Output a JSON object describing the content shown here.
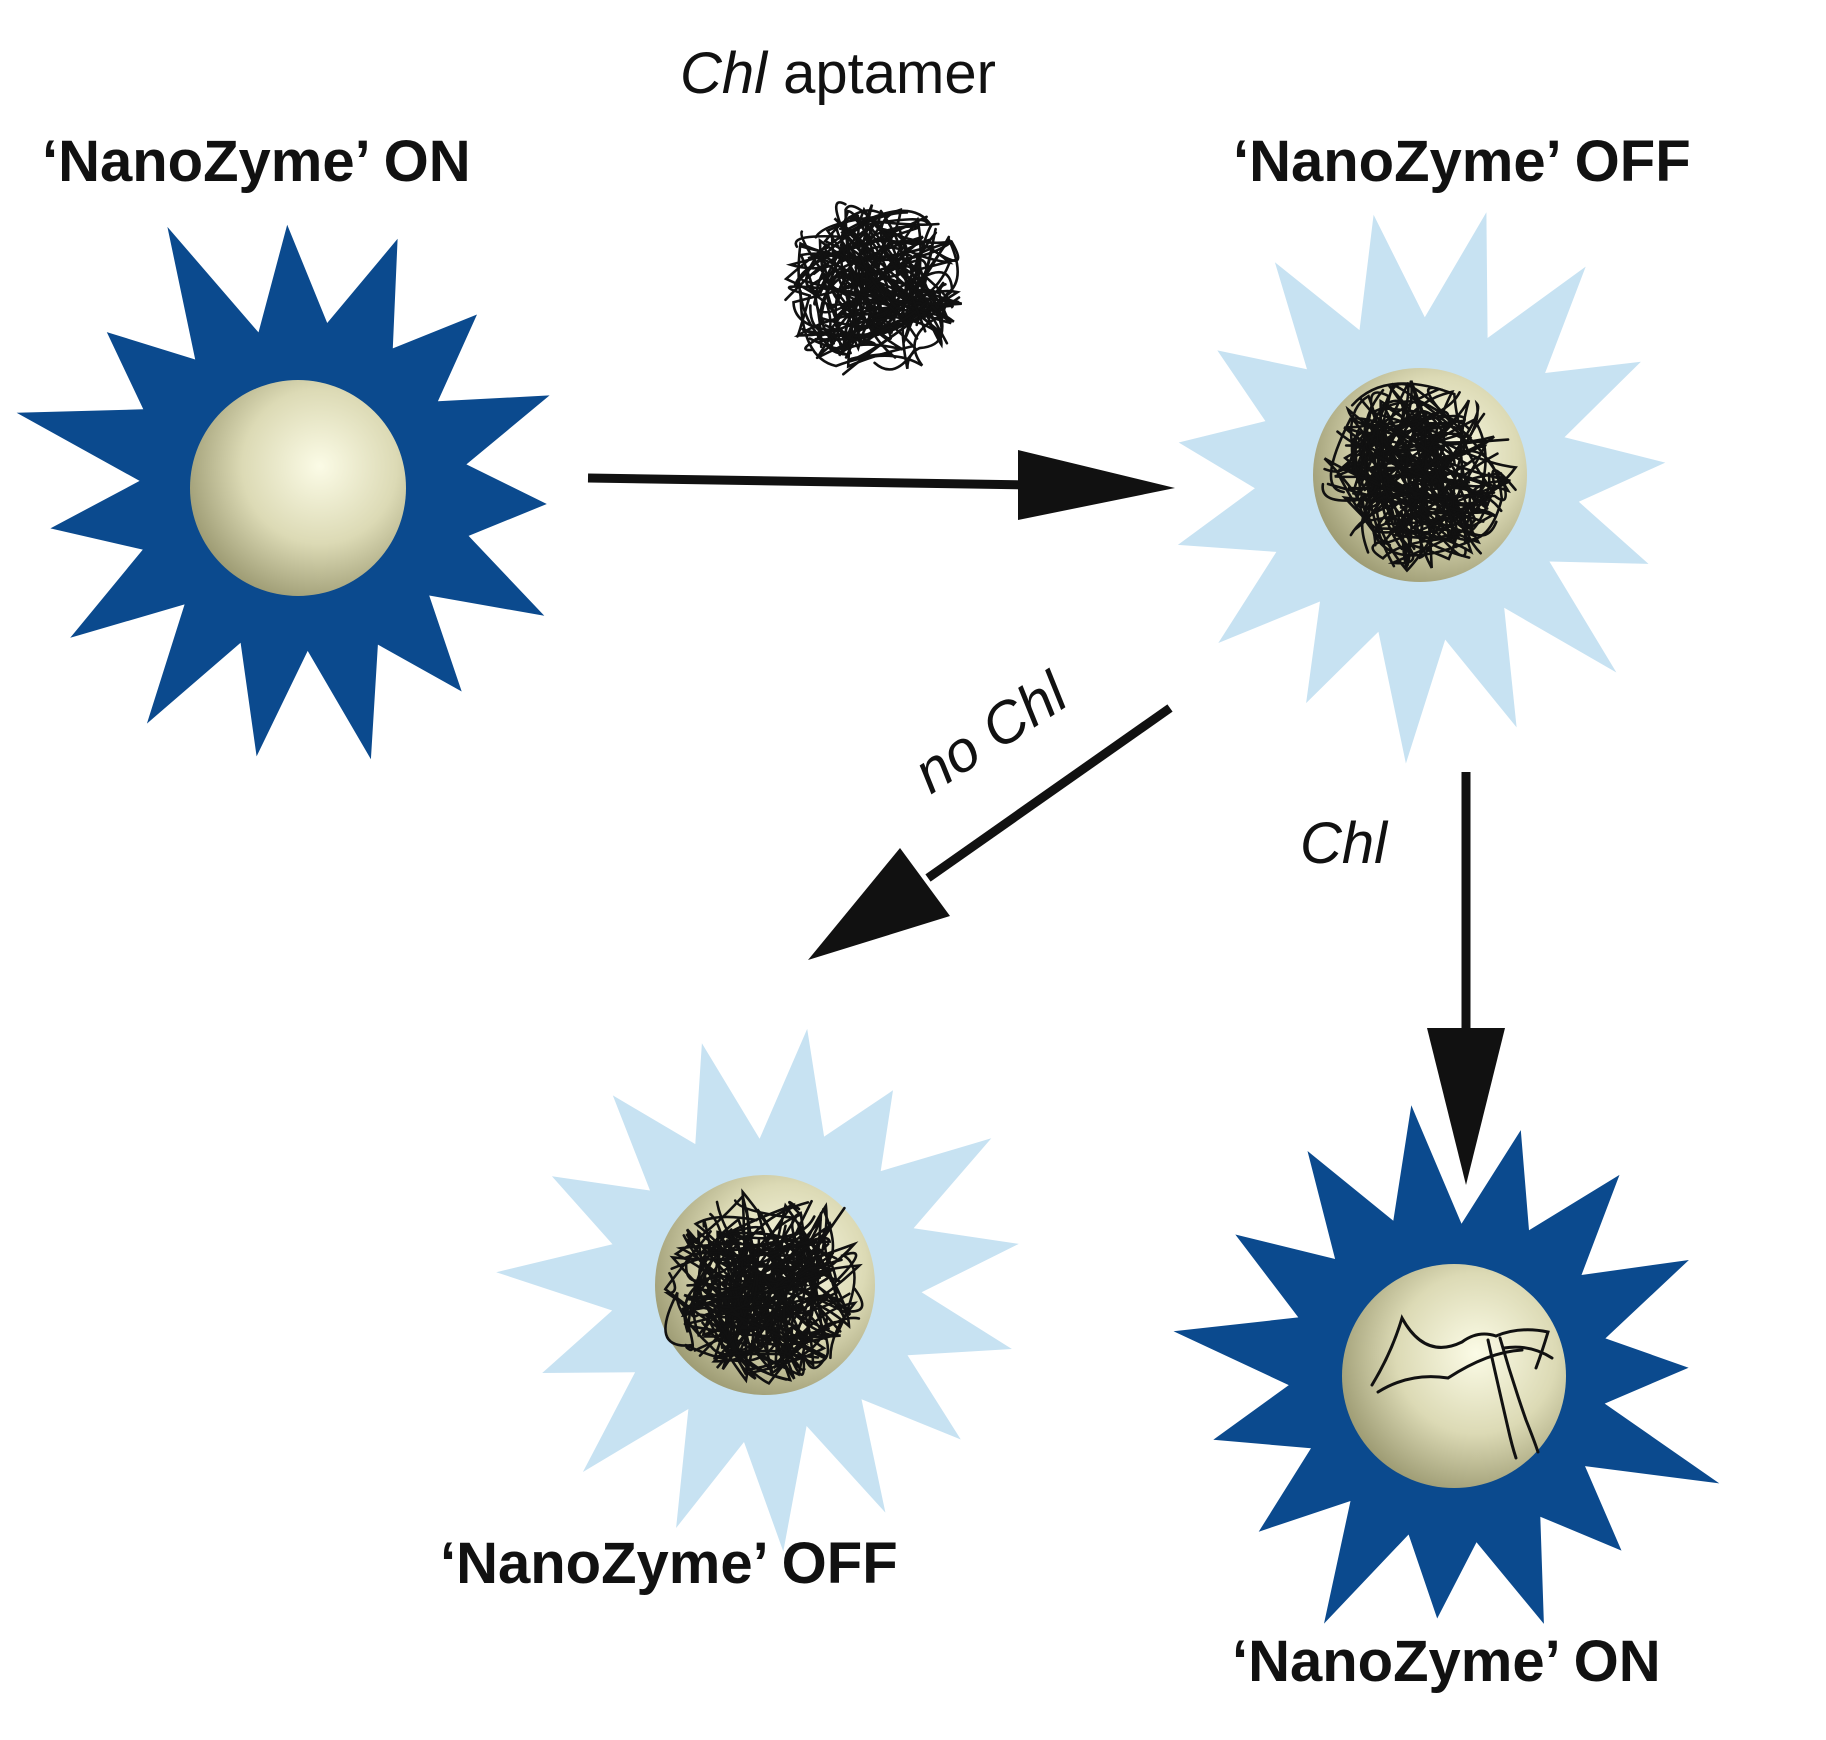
{
  "labels": {
    "top_left": "‘NanoZyme’ ON",
    "top_right": "‘NanoZyme’ OFF",
    "bottom_left": "‘NanoZyme’ OFF",
    "bottom_right": "‘NanoZyme’ ON",
    "reagent_italic": "Chl",
    "reagent_rest": " aptamer",
    "branch_no": "no Chl",
    "branch_yes": "Chl"
  },
  "colors": {
    "active_star": "#0b4a8e",
    "inactive_star": "#c7e2f2",
    "sphere_light": "#fbfbe6",
    "sphere_mid": "#dcdab5",
    "sphere_dark": "#9c9a72",
    "arrow": "#111111"
  },
  "icons": {
    "aptamer": "tangled-strand",
    "nanozyme_active": "spiky-star-with-sphere",
    "nanozyme_inactive": "pale-spiky-star-with-coated-sphere"
  }
}
